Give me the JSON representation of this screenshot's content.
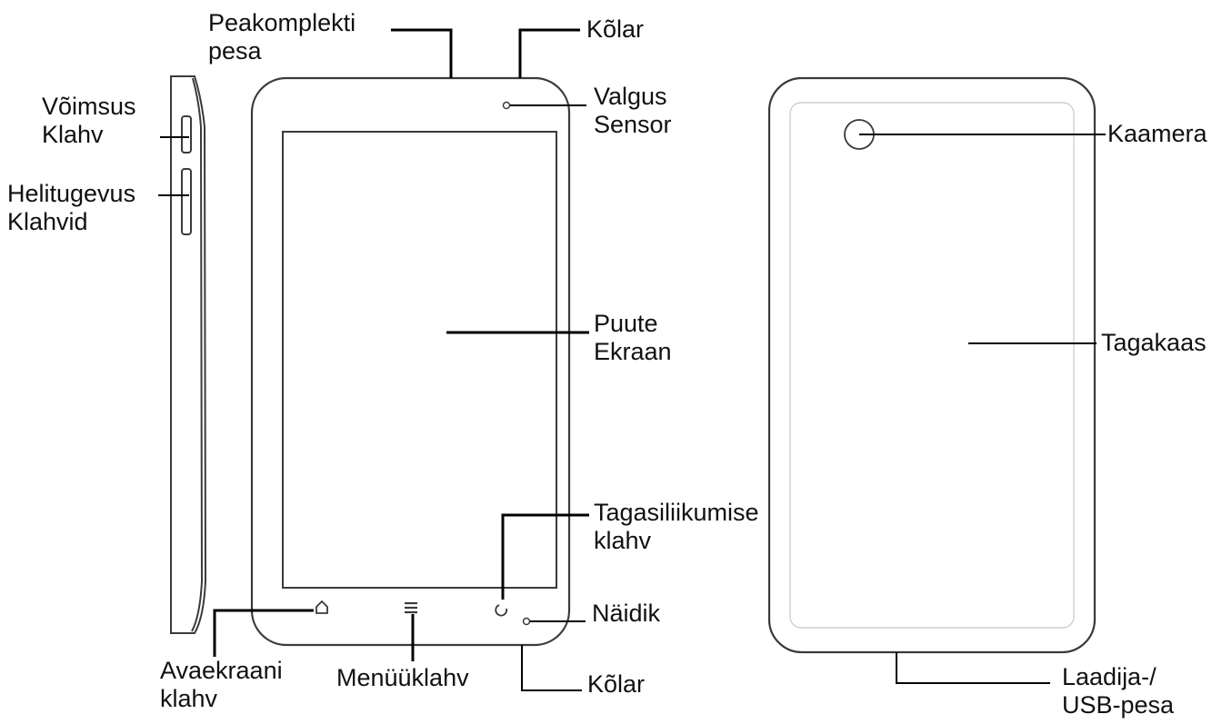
{
  "labels": {
    "headset_jack": [
      "Peakomplekti",
      "pesa"
    ],
    "speaker_top": [
      "Kõlar"
    ],
    "light_sensor": [
      "Valgus",
      "Sensor"
    ],
    "power_key": [
      "Võimsus",
      "Klahv"
    ],
    "volume_keys": [
      "Helitugevus",
      "Klahvid"
    ],
    "touch_screen": [
      "Puute",
      "Ekraan"
    ],
    "back_key": [
      "Tagasiliikumise",
      "klahv"
    ],
    "indicator": [
      "Näidik"
    ],
    "home_key": [
      "Avaekraani",
      "klahv"
    ],
    "menu_key": [
      "Menüüklahv"
    ],
    "speaker_bottom": [
      "Kõlar"
    ],
    "camera": [
      "Kaamera"
    ],
    "back_cover": [
      "Tagakaas"
    ],
    "charger_usb_port": [
      "Laadija-/",
      "USB-pesa"
    ]
  },
  "colors": {
    "outline": "#3a3a3a",
    "leader_line": "#000000",
    "text": "#111111"
  }
}
